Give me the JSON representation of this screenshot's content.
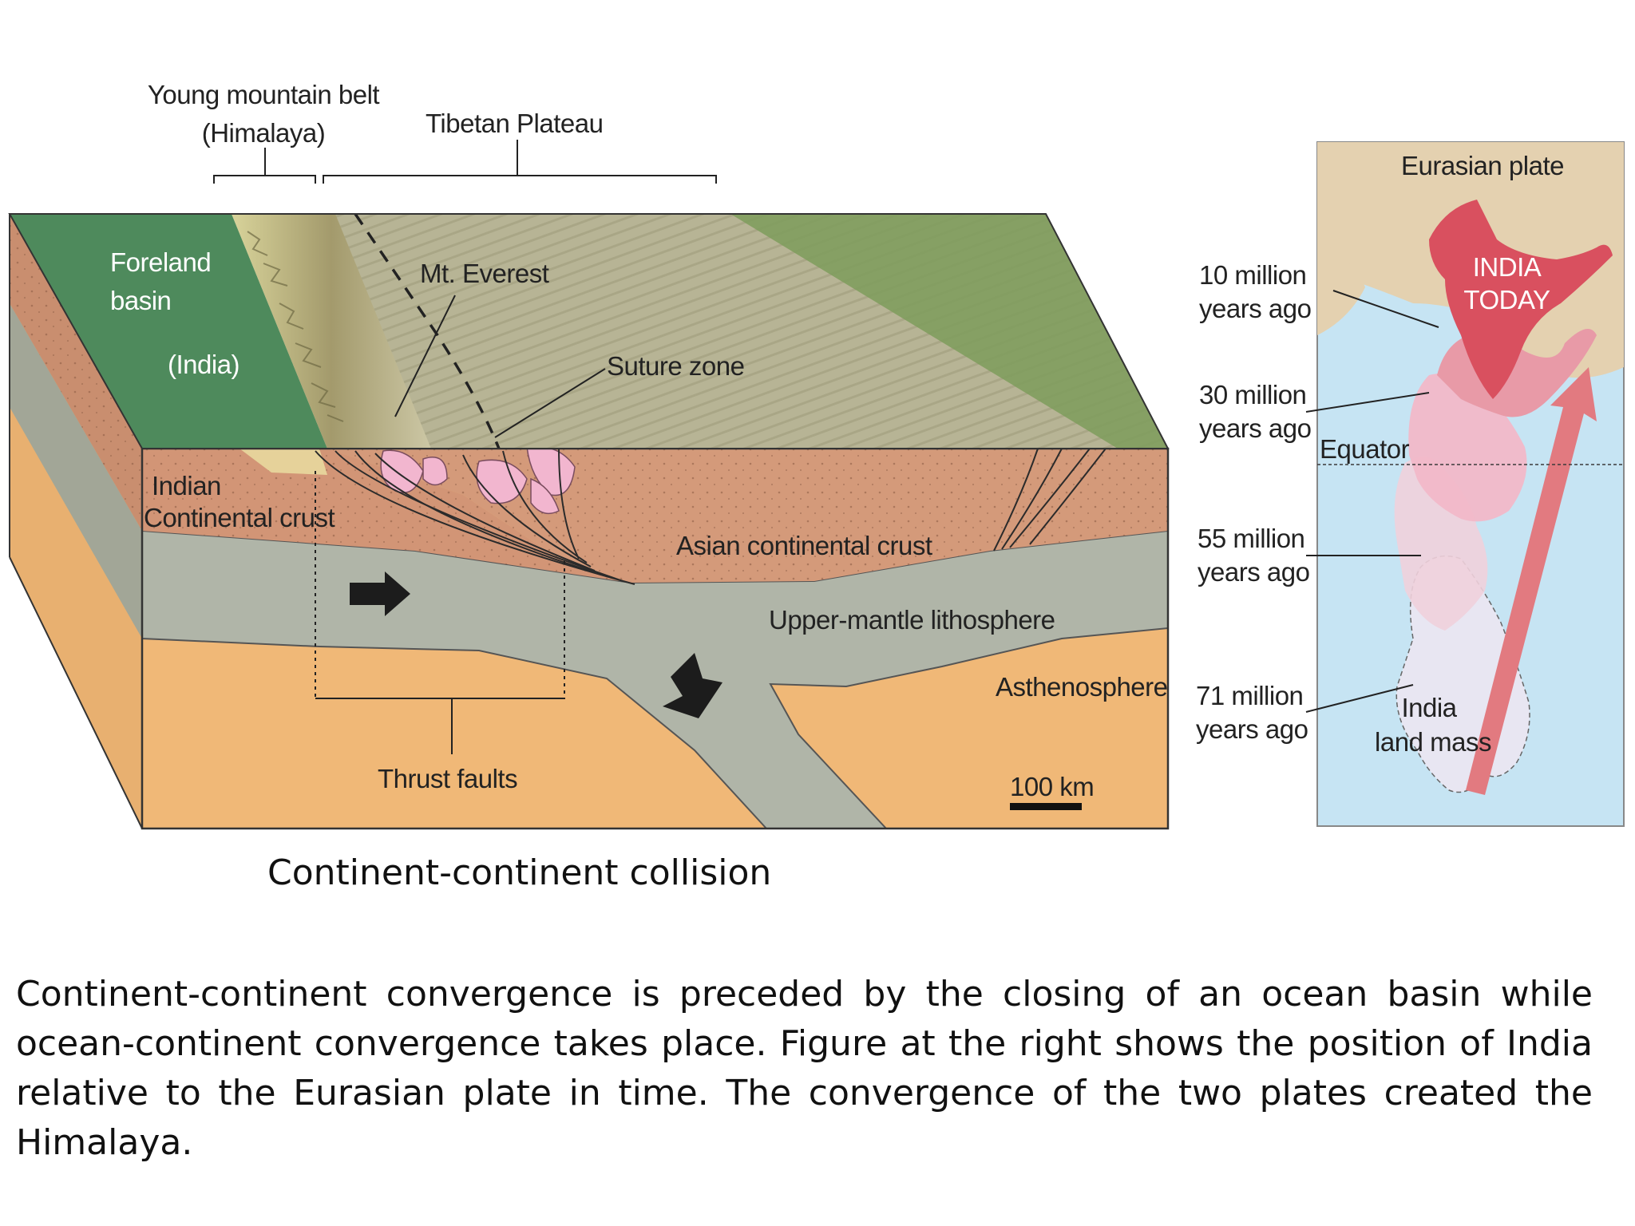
{
  "block_diagram": {
    "labels": {
      "young_belt": "Young mountain belt",
      "himalaya_paren": "(Himalaya)",
      "tibetan_plateau": "Tibetan Plateau",
      "foreland": "Foreland",
      "basin": "basin",
      "india_paren": "(India)",
      "mt_everest": "Mt. Everest",
      "suture_zone": "Suture zone",
      "indian": "Indian",
      "continental_crust": "Continental crust",
      "asian_crust": "Asian continental crust",
      "upper_mantle": "Upper-mantle lithosphere",
      "asthenosphere": "Asthenosphere",
      "thrust_faults": "Thrust faults",
      "scale": "100 km"
    },
    "colors": {
      "plateau": "#b7b495",
      "foreland": "#4e8a5c",
      "crust": "#d49a7a",
      "mantle_lith": "#b0b5a8",
      "asthenosphere": "#f0b877",
      "pink_granite": "#f2b6cf"
    }
  },
  "map": {
    "labels": {
      "eurasian_plate": "Eurasian plate",
      "india": "INDIA",
      "today": "TODAY",
      "ago10_a": "10 million",
      "ago10_b": "years ago",
      "ago30_a": "30 million",
      "ago30_b": "years ago",
      "equator": "Equator",
      "ago55_a": "55 million",
      "ago55_b": "years ago",
      "ago71_a": "71 million",
      "ago71_b": "years ago",
      "landmass_a": "India",
      "landmass_b": "land mass"
    },
    "colors": {
      "ocean": "#c6e4f3",
      "land": "#e4d1b0",
      "india_today": "#d9505f",
      "arrow": "#e27a80"
    }
  },
  "caption": "Continent-continent collision",
  "paragraph": "Continent-continent convergence is preceded by the closing of an ocean basin while ocean-continent convergence takes place. Figure at the right shows the position of India relative to the Eurasian plate in time. The convergence of the two plates created the Himalaya."
}
